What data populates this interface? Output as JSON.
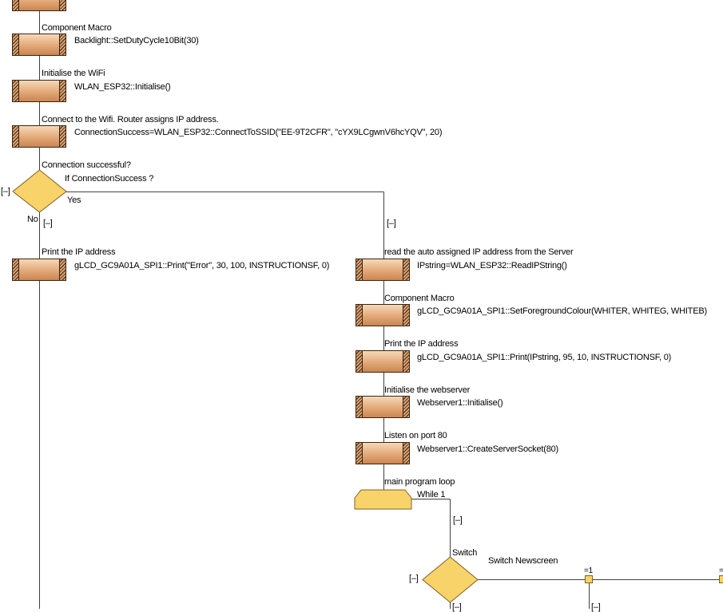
{
  "blocks": [
    {
      "comment": "Component Macro",
      "code": "Backlight::SetDutyCycle10Bit(30)"
    },
    {
      "comment": "Initialise the WiFi",
      "code": "WLAN_ESP32::Initialise()"
    },
    {
      "comment": "Connect to the Wifi. Router assigns IP address.",
      "code": "ConnectionSuccess=WLAN_ESP32::ConnectToSSID(\"EE-9T2CFR\", \"cYX9LCgwnV6hcYQV\", 20)"
    },
    {
      "comment": "Print the IP address",
      "code": "gLCD_GC9A01A_SPI1::Print(\"Error\", 30, 100, INSTRUCTIONSF, 0)"
    },
    {
      "comment": "read the auto assigned IP address from the Server",
      "code": "IPstring=WLAN_ESP32::ReadIPString()"
    },
    {
      "comment": "Component Macro",
      "code": "gLCD_GC9A01A_SPI1::SetForegroundColour(WHITER, WHITEG, WHITEB)"
    },
    {
      "comment": "Print the IP address",
      "code": "gLCD_GC9A01A_SPI1::Print(IPstring, 95, 10, INSTRUCTIONSF, 0)"
    },
    {
      "comment": "Initialise the webserver",
      "code": "Webserver1::Initialise()"
    },
    {
      "comment": "Listen on port 80",
      "code": "Webserver1::CreateServerSocket(80)"
    }
  ],
  "decision": {
    "comment": "Connection successful?",
    "code": "If ConnectionSuccess ?",
    "yes": "Yes",
    "no": "No"
  },
  "loop": {
    "comment": "main program loop",
    "code": "While 1"
  },
  "switch": {
    "comment": "Switch",
    "code": "Switch Newscreen",
    "case1": "=1",
    "case2": "="
  },
  "toggles": [
    "[–]",
    "[–]",
    "[–]",
    "[–]",
    "[–]",
    "[–]",
    "[–]"
  ],
  "colors": {
    "block": "#e3a878",
    "decision": "#f7d36a",
    "wire": "#404040"
  }
}
